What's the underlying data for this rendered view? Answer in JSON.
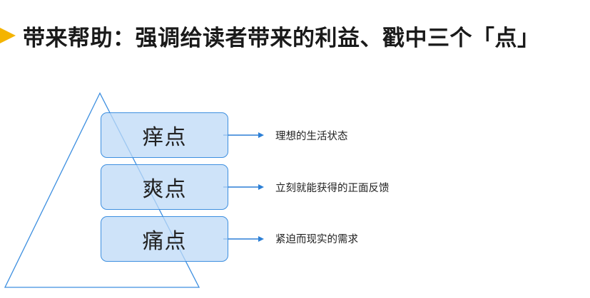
{
  "title": "带来帮助：强调给读者带来的利益、戳中三个「点」",
  "colors": {
    "accent_bullet": "#f4b400",
    "box_border": "#3d8fe0",
    "box_fill": "#bedaf7",
    "arrow": "#2b7fd6"
  },
  "levels": [
    {
      "label": "痒点",
      "description": "理想的生活状态"
    },
    {
      "label": "爽点",
      "description": "立刻就能获得的正面反馈"
    },
    {
      "label": "痛点",
      "description": "紧迫而现实的需求"
    }
  ]
}
